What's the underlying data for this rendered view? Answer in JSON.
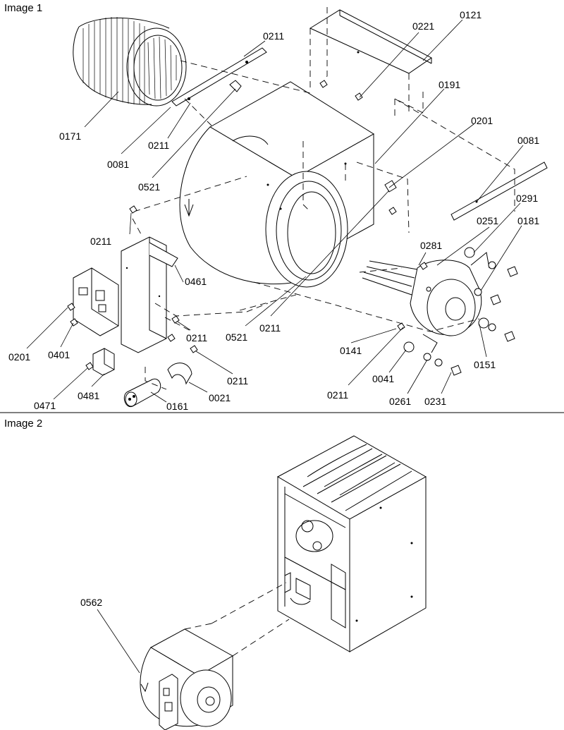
{
  "image1": {
    "title": "Image 1",
    "labels": {
      "p0171": "0171",
      "p0211_top": "0211",
      "p0081_left": "0081",
      "p0211_mid": "0211",
      "p0521_left": "0521",
      "p0221": "0221",
      "p0121": "0121",
      "p0191": "0191",
      "p0201_top": "0201",
      "p0081_right": "0081",
      "p0291": "0291",
      "p0251": "0251",
      "p0181": "0181",
      "p0281": "0281",
      "p0211_left": "0211",
      "p0461": "0461",
      "p0201_left": "0201",
      "p0401": "0401",
      "p0521_bottom": "0521",
      "p0211_center": "0211",
      "p0211_lower": "0211",
      "p0141": "0141",
      "p0151": "0151",
      "p0211_bottom": "0211",
      "p0041": "0041",
      "p0211_right": "0211",
      "p0021": "0021",
      "p0481": "0481",
      "p0471": "0471",
      "p0161": "0161",
      "p0261": "0261",
      "p0231": "0231"
    }
  },
  "image2": {
    "title": "Image 2",
    "labels": {
      "p0562": "0562"
    }
  }
}
